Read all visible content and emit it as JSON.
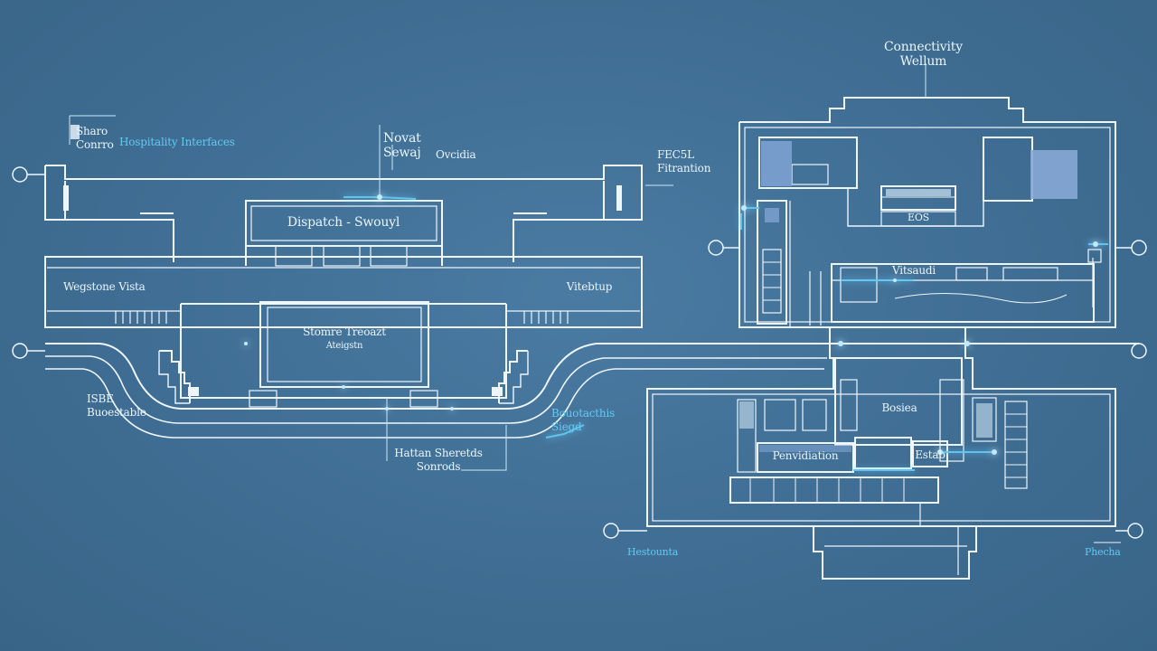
{
  "labels": {
    "top_right_1": "Connectivity",
    "top_right_2": "Wellum",
    "left_a_1": "Sharo",
    "left_a_2": "Conrro",
    "left_b": "Hospitality Interfaces",
    "mid_a_1": "Novat",
    "mid_a_2": "Sewaj",
    "mid_a_3": "Ovcidia",
    "right_a_1": "FEC5L",
    "right_a_2": "Fitrantion",
    "banner": "Dispatch - Swouyl",
    "left_room": "Wegstone Vista",
    "right_room": "Vitebtup",
    "center_room_1": "Stomre Treoazt",
    "center_room_2": "Ateigstn",
    "bottom_left_1": "ISBE",
    "bottom_left_2": "Buoestable",
    "bottom_mid_1": "Hattan Sheretds",
    "bottom_mid_2": "Sonrods",
    "bottom_right_1": "Bouotacthis",
    "bottom_right_2": "Siegd",
    "right_upper_room": "Vitsaudi",
    "right_upper_small": "EOS",
    "right_lower_1": "Bosiea",
    "right_lower_2": "Penvidiation",
    "right_lower_3": "Estab",
    "far_bottom_left": "Hestounta",
    "far_bottom_right": "Phecha"
  },
  "colors": {
    "background": "#3f6d93",
    "line": "#eef6fc",
    "accent": "#63c9f2"
  }
}
